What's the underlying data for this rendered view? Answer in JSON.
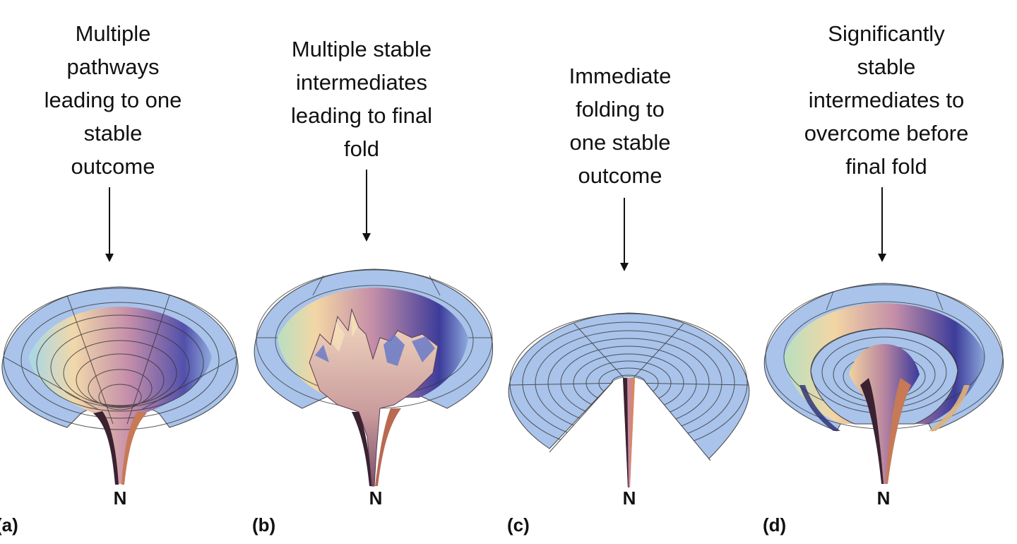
{
  "panels": [
    {
      "id": "a",
      "label": "(a)",
      "caption": "Multiple\npathways\nleading to one\nstable\noutcome",
      "minimum_label": "N"
    },
    {
      "id": "b",
      "label": "(b)",
      "caption": "Multiple stable\nintermediates\nleading to final\nfold",
      "minimum_label": "N"
    },
    {
      "id": "c",
      "label": "(c)",
      "caption": "Immediate\nfolding to\none stable\noutcome",
      "minimum_label": "N"
    },
    {
      "id": "d",
      "label": "(d)",
      "caption": "Significantly\nstable\nintermediates to\novercome before\nfinal fold",
      "minimum_label": "N"
    }
  ],
  "colors": {
    "rim": "#a9c3ea",
    "grid": "#333333",
    "warm": "#f2c9a0",
    "mid": "#b07aa0",
    "cool": "#3a3fa0",
    "dark": "#3b2230",
    "arrow": "#111111"
  }
}
